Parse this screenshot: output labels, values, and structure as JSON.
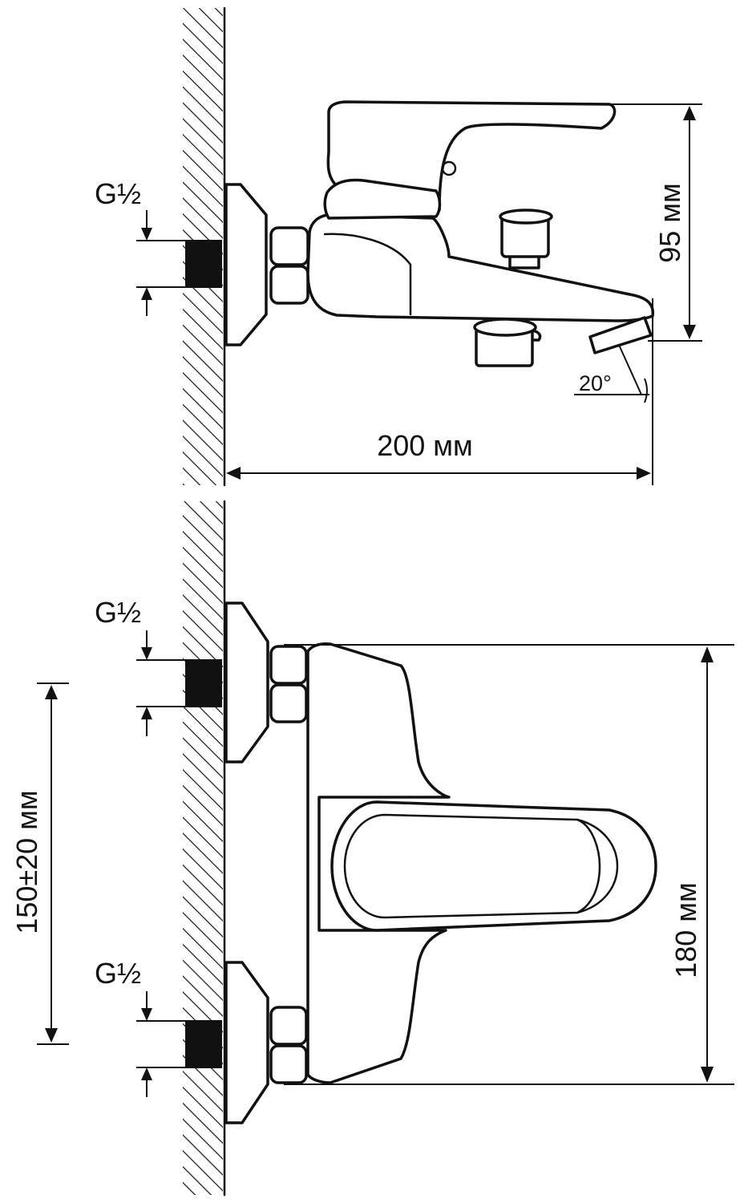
{
  "labels": {
    "side_thread": "G½",
    "front_thread_top": "G½",
    "front_thread_bottom": "G½",
    "height_dim": "95 мм",
    "length_dim": "200 мм",
    "angle": "20°",
    "spacing_dim": "150±20 мм",
    "width_dim": "180 мм"
  },
  "colors": {
    "line": "#111111",
    "background": "#ffffff"
  }
}
